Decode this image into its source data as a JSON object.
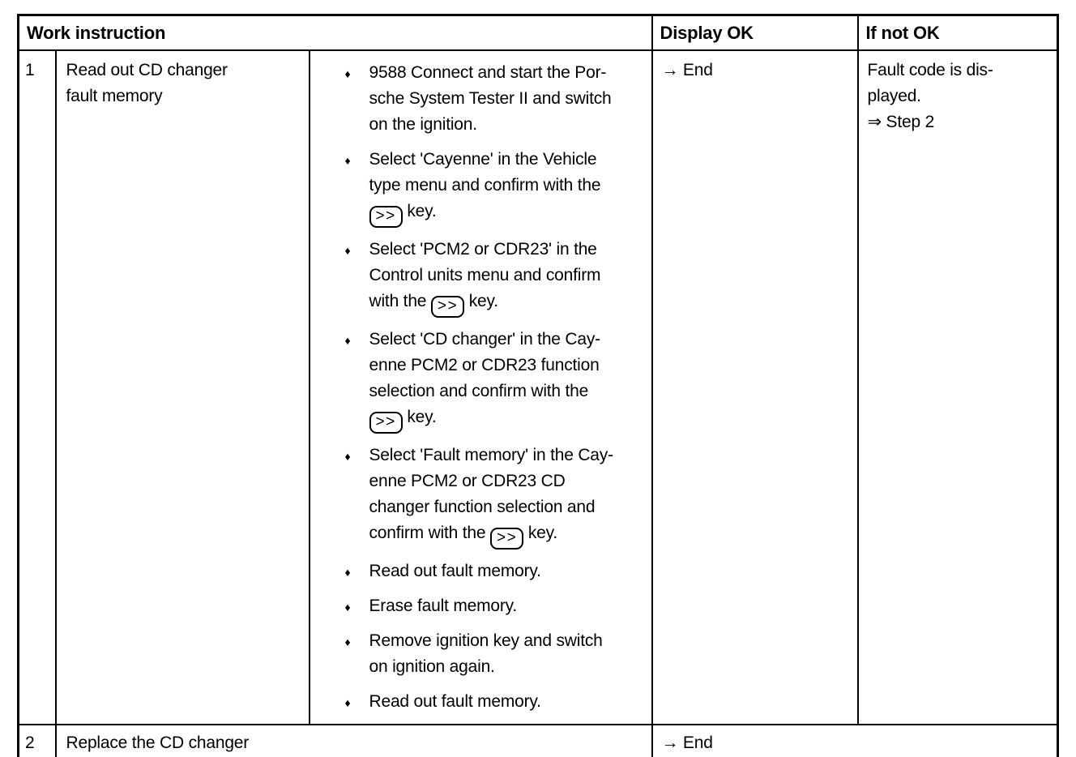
{
  "page": {
    "background": "#ffffff",
    "text_color": "#000000",
    "border_color": "#000000"
  },
  "table": {
    "headers": {
      "work_instruction": "Work instruction",
      "display_ok": "Display OK",
      "if_not_ok": "If not OK"
    },
    "bullet_marker": "♦",
    "key_label": ">>",
    "rows": [
      {
        "step": "1",
        "task": "Read out CD changer\nfault memory",
        "bullets": [
          "9588 Connect and start the Por-\nsche System Tester II and switch\non the ignition.",
          "Select 'Cayenne' in the Vehicle\ntype menu and confirm with the\n{key} key.",
          "Select 'PCM2 or CDR23' in the\nControl units menu and confirm\nwith the {key} key.",
          "Select 'CD changer' in the Cay-\nenne PCM2 or CDR23 function\nselection and confirm with the\n{key} key.",
          "Select 'Fault memory' in the Cay-\nenne PCM2 or CDR23 CD\nchanger function selection and\nconfirm with the {key} key.",
          "Read out fault memory.",
          "Erase fault memory.",
          "Remove ignition key and switch\non ignition again.",
          "Read out fault memory."
        ],
        "display_ok": "→ End",
        "if_not_ok": "Fault code is dis-\nplayed.\n⇒ Step 2"
      },
      {
        "step": "2",
        "task": "Replace the CD changer",
        "display_ok": "→ End"
      }
    ]
  }
}
